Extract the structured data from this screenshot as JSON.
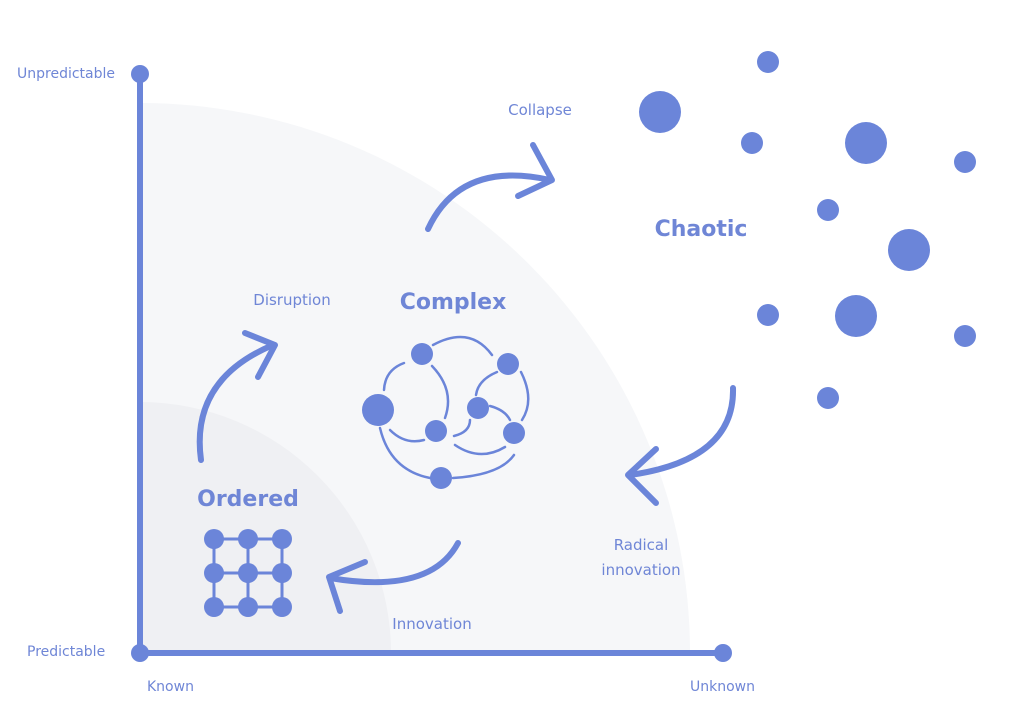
{
  "colors": {
    "accent": "#6b85d9",
    "outer_region": "#f6f7f9",
    "inner_region": "#eff0f3"
  },
  "axes": {
    "y_top": "Unpredictable",
    "y_bottom": "Predictable",
    "x_left": "Known",
    "x_right": "Unknown"
  },
  "domains": {
    "ordered": "Ordered",
    "complex": "Complex",
    "chaotic": "Chaotic"
  },
  "transitions": {
    "collapse": "Collapse",
    "disruption": "Disruption",
    "radical_innovation_1": "Radical",
    "radical_innovation_2": "innovation",
    "innovation": "Innovation"
  }
}
